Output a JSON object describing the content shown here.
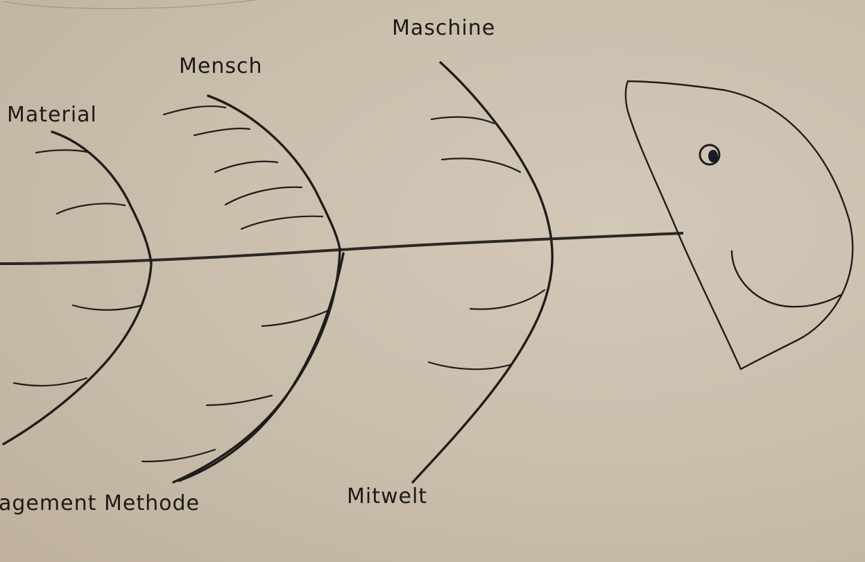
{
  "diagram": {
    "type": "fishbone",
    "title": "",
    "effect_head": {
      "label": ""
    },
    "categories": [
      {
        "id": "material",
        "label": "Material",
        "position": "top",
        "rib_count": 3
      },
      {
        "id": "mensch",
        "label": "Mensch",
        "position": "top",
        "rib_count": 5
      },
      {
        "id": "maschine",
        "label": "Maschine",
        "position": "top",
        "rib_count": 2
      },
      {
        "id": "management",
        "label": "agement",
        "position": "bottom",
        "rib_count": 2,
        "note": "partially cut off at left edge (Management)"
      },
      {
        "id": "methode",
        "label": "Methode",
        "position": "bottom",
        "rib_count": 3
      },
      {
        "id": "mitwelt",
        "label": "Mitwelt",
        "position": "bottom",
        "rib_count": 2
      }
    ]
  },
  "colors": {
    "paper": "#cbbfae",
    "ink": "#1f1d1b"
  }
}
